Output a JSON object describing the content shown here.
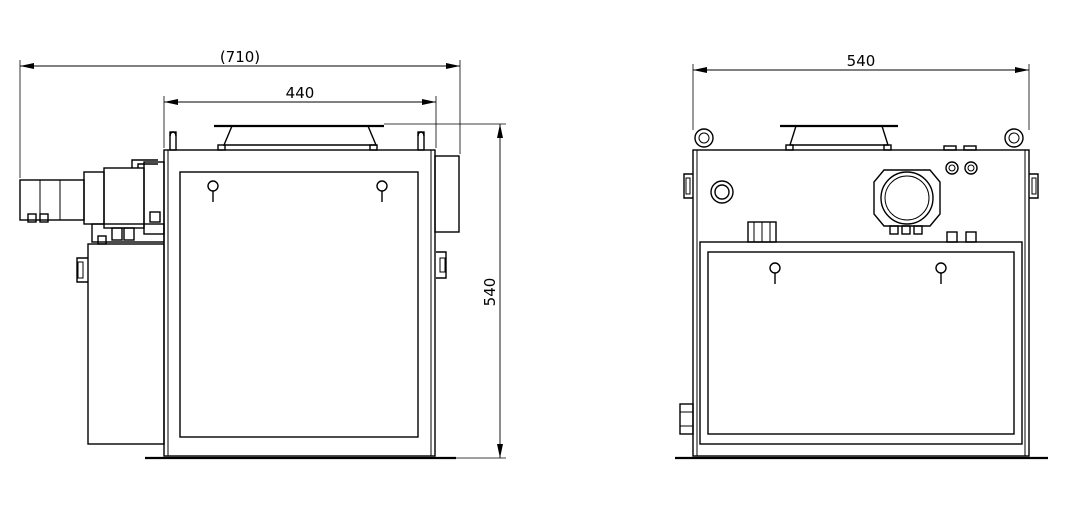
{
  "dimensions": {
    "overall_width": "(710)",
    "body_width": "440",
    "height": "540",
    "front_width": "540"
  },
  "colors": {
    "line": "#000000",
    "background": "#ffffff"
  }
}
